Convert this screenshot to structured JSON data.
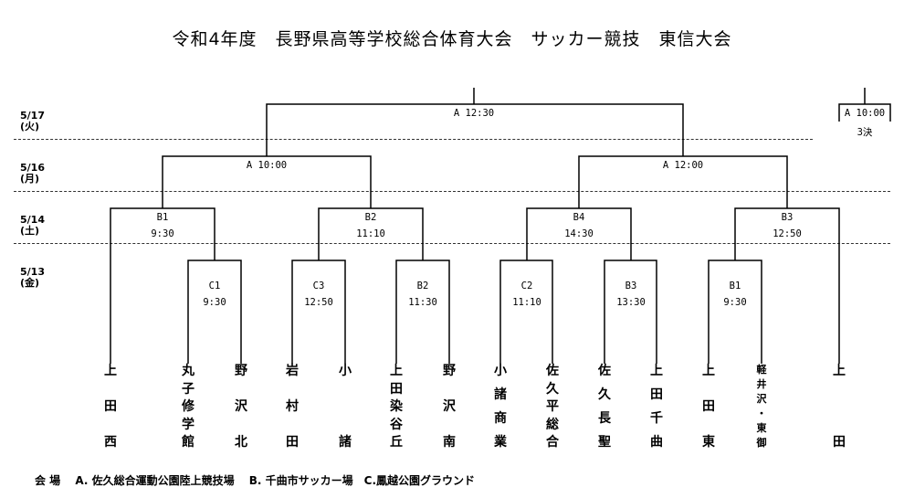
{
  "title": "令和4年度　長野県高等学校総合体育大会　サッカー競技　東信大会",
  "dates": [
    {
      "date": "5/17",
      "day": "(火)"
    },
    {
      "date": "5/16",
      "day": "(月)"
    },
    {
      "date": "5/14",
      "day": "(土)"
    },
    {
      "date": "5/13",
      "day": "(金)"
    }
  ],
  "matches": {
    "final": {
      "venue_time": "A 12:30"
    },
    "third_place": {
      "venue_time": "A 10:00",
      "label": "3決"
    },
    "sf_left": {
      "venue_time": "A 10:00"
    },
    "sf_right": {
      "venue_time": "A 12:00"
    },
    "qf1": {
      "venue": "B1",
      "time": "9:30"
    },
    "qf2": {
      "venue": "B2",
      "time": "11:10"
    },
    "qf3": {
      "venue": "B4",
      "time": "14:30"
    },
    "qf4": {
      "venue": "B3",
      "time": "12:50"
    },
    "r1_1": {
      "venue": "C1",
      "time": "9:30"
    },
    "r1_2": {
      "venue": "C3",
      "time": "12:50"
    },
    "r1_3": {
      "venue": "B2",
      "time": "11:30"
    },
    "r1_4": {
      "venue": "C2",
      "time": "11:10"
    },
    "r1_5": {
      "venue": "B3",
      "time": "13:30"
    },
    "r1_6": {
      "venue": "B1",
      "time": "9:30"
    }
  },
  "teams": [
    {
      "name": "上田西",
      "chars": [
        "上",
        "田",
        "西"
      ]
    },
    {
      "name": "丸子修学館",
      "chars": [
        "丸",
        "子",
        "修",
        "学",
        "館"
      ]
    },
    {
      "name": "野沢北",
      "chars": [
        "野",
        "沢",
        "北"
      ]
    },
    {
      "name": "岩村田",
      "chars": [
        "岩",
        "村",
        "田"
      ]
    },
    {
      "name": "小諸",
      "chars": [
        "小",
        "",
        "諸"
      ]
    },
    {
      "name": "上田染谷丘",
      "chars": [
        "上",
        "田",
        "染",
        "谷",
        "丘"
      ]
    },
    {
      "name": "野沢南",
      "chars": [
        "野",
        "沢",
        "南"
      ]
    },
    {
      "name": "小諸商業",
      "chars": [
        "小",
        "諸",
        "商",
        "業"
      ]
    },
    {
      "name": "佐久平総合",
      "chars": [
        "佐",
        "久",
        "平",
        "総",
        "合"
      ]
    },
    {
      "name": "佐久長聖",
      "chars": [
        "佐",
        "久",
        "長",
        "聖"
      ]
    },
    {
      "name": "上田千曲",
      "chars": [
        "上",
        "田",
        "千",
        "曲"
      ]
    },
    {
      "name": "上田東",
      "chars": [
        "上",
        "田",
        "東"
      ]
    },
    {
      "name": "軽井沢・東御",
      "chars": [
        "軽",
        "井",
        "沢",
        "・",
        "東",
        "御"
      ]
    },
    {
      "name": "上田",
      "chars": [
        "上",
        "",
        "田"
      ]
    }
  ],
  "legend": "会 場　 A. 佐久総合運動公園陸上競技場　 B. 千曲市サッカー場　C.鳳越公園グラウンド"
}
